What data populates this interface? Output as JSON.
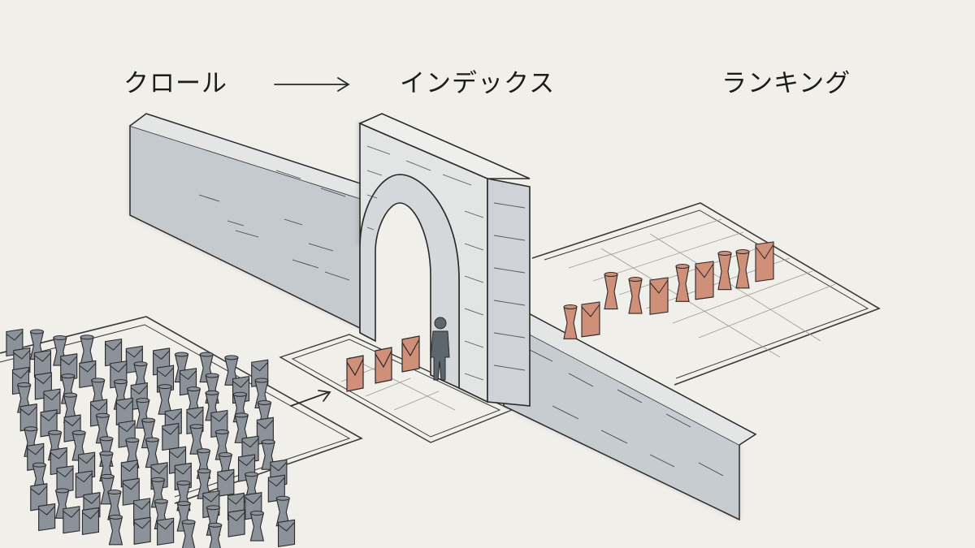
{
  "labels": {
    "crawl": "クロール",
    "index": "インデックス",
    "ranking": "ランキング"
  },
  "colors": {
    "background": "#f1efea",
    "ink": "#2a2a2a",
    "stone_light": "#e2e3e3",
    "stone_shadow": "#a6acb3",
    "wall_wash": "#9ea6ae",
    "document_gray": "#8b929a",
    "document_terracotta": "#cf8f78"
  },
  "icons": {
    "arrow_top": "right-arrow-icon",
    "arrow_crawl": "up-right-arrow-icon",
    "person": "person-icon",
    "document": "envelope-document-icon",
    "scroll": "scroll-document-icon"
  }
}
